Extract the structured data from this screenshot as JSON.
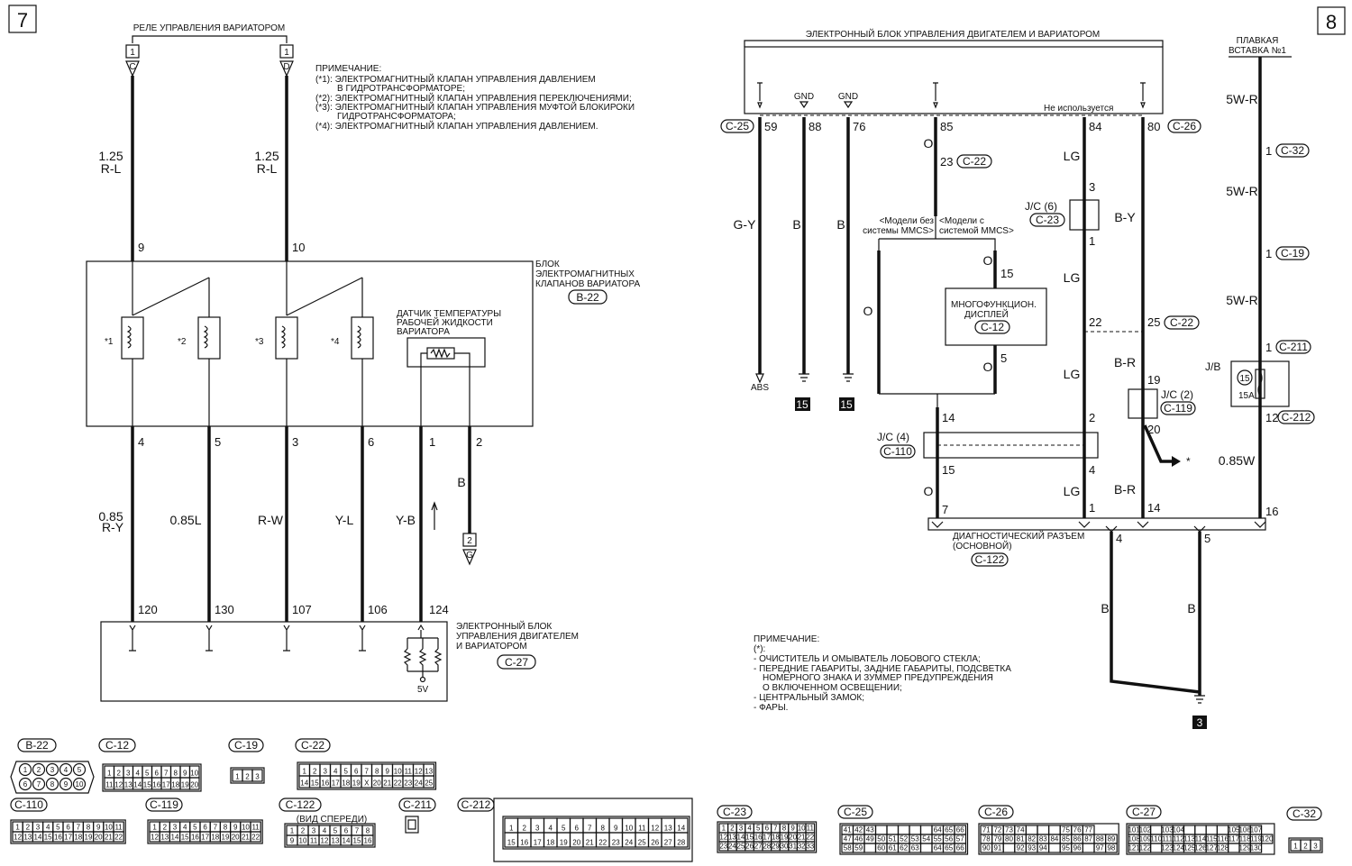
{
  "page_numbers": {
    "left": "7",
    "right": "8"
  },
  "left": {
    "relay_title": "РЕЛЕ УПРАВЛЕНИЯ ВАРИАТОРОМ",
    "relay_pins": [
      "1",
      "1"
    ],
    "relay_terminals": [
      "C",
      "D"
    ],
    "note_lines": [
      "ПРИМЕЧАНИЕ:",
      "(*1): ЭЛЕКТРОМАГНИТНЫЙ КЛАПАН УПРАВЛЕНИЯ ДАВЛЕНИЕМ",
      "В ГИДРОТРАНСФОРМАТОРЕ;",
      "(*2): ЭЛЕКТРОМАГНИТНЫЙ КЛАПАН УПРАВЛЕНИЯ ПЕРЕКЛЮЧЕНИЯМИ;",
      "(*3): ЭЛЕКТРОМАГНИТНЫЙ КЛАПАН УПРАВЛЕНИЯ МУФТОЙ БЛОКИРОКИ",
      "ГИДРОТРАНСФОРМАТОРА;",
      "(*4): ЭЛЕКТРОМАГНИТНЫЙ КЛАПАН УПРАВЛЕНИЯ ДАВЛЕНИЕМ."
    ],
    "top_wires": [
      {
        "size": "1.25",
        "color": "R-L",
        "pin": "9"
      },
      {
        "size": "1.25",
        "color": "R-L",
        "pin": "10"
      }
    ],
    "solenoid_block_label": [
      "БЛОК",
      "ЭЛЕКТРОМАГНИТНЫХ",
      "КЛАПАНОВ ВАРИАТОРА"
    ],
    "solenoid_block_connector": "B-22",
    "solenoid_marks": [
      "*1",
      "*2",
      "*3",
      "*4"
    ],
    "temp_sensor_label": [
      "ДАТЧИК ТЕМПЕРАТУРЫ",
      "РАБОЧЕЙ ЖИДКОСТИ",
      "ВАРИАТОРА"
    ],
    "lower_pins": [
      "4",
      "5",
      "3",
      "6",
      "1",
      "2"
    ],
    "lower_wire_colors": [
      {
        "size": "0.85",
        "color": "R-Y"
      },
      {
        "size": "",
        "color": "0.85L"
      },
      {
        "size": "",
        "color": "R-W"
      },
      {
        "size": "",
        "color": "Y-L"
      },
      {
        "size": "",
        "color": "Y-B"
      },
      {
        "size": "",
        "color": "B"
      }
    ],
    "ground_pin": "2",
    "ground_terminal": "G",
    "ecu_pins": [
      "120",
      "130",
      "107",
      "106",
      "124"
    ],
    "ecu_label": [
      "ЭЛЕКТРОННЫЙ БЛОК",
      "УПРАВЛЕНИЯ ДВИГАТЕЛЕМ",
      "И ВАРИАТОРОМ"
    ],
    "ecu_connector": "C-27",
    "sensor_supply": "5V"
  },
  "right": {
    "ecu_title": "ЭЛЕКТРОННЫЙ БЛОК УПРАВЛЕНИЯ ДВИГАТЕЛЕМ И ВАРИАТОРОМ",
    "fuse_title": [
      "ПЛАВКАЯ",
      "ВСТАВКА №1"
    ],
    "gnd_labels": [
      "GND",
      "GND"
    ],
    "not_used": "Не используется",
    "conn_c25": "C-25",
    "conn_c26": "C-26",
    "ecu_pins": [
      "59",
      "88",
      "76",
      "85",
      "84",
      "80"
    ],
    "wire_colors": {
      "w59": "G-Y",
      "w88": "B",
      "w76": "B",
      "w85": "O",
      "w84": "LG",
      "w80": "B-Y"
    },
    "abs_label": "ABS",
    "ground_numbers": [
      "15",
      "15",
      "3"
    ],
    "c22_pin_top": "23",
    "c22_conn": "C-22",
    "models_without": [
      "<Модели без",
      "системы MMCS>"
    ],
    "models_with": [
      "<Модели с",
      "системой MMCS>"
    ],
    "display_label": [
      "МНОГОФУНКЦИОН.",
      "ДИСПЛЕЙ"
    ],
    "display_conn": "C-12",
    "display_pins": [
      "15",
      "5"
    ],
    "jc6_label": "J/C (6)",
    "jc6_conn": "C-23",
    "jc6_pins": [
      "3",
      "1"
    ],
    "mid_pins": {
      "p22": "22",
      "p25": "25",
      "p19": "19",
      "p20": "20"
    },
    "jc2_label": "J/C (2)",
    "jc2_conn": "C-119",
    "jc4_label": "J/C (4)",
    "jc4_conn": "C-110",
    "jc4_pins": [
      "14",
      "15",
      "2",
      "4"
    ],
    "br_labels": [
      "B-R",
      "B-R"
    ],
    "arrow_mark": "*",
    "diag_pins": [
      "7",
      "1",
      "14",
      "16",
      "4",
      "5"
    ],
    "diag_label": [
      "ДИАГНОСТИЧЕСКИЙ РАЗЪЕМ",
      "(ОСНОВНОЙ)"
    ],
    "diag_conn": "C-122",
    "fuse_wire": {
      "c1": "5W-R",
      "c2": "5W-R",
      "c3": "5W-R",
      "bottom": "0.85W"
    },
    "fuse_conns": [
      "C-32",
      "C-19",
      "C-211",
      "C-212"
    ],
    "fuse_pins": [
      "1",
      "1",
      "1",
      "12",
      "16"
    ],
    "jb_label": "J/B",
    "fuse_number": "15",
    "fuse_rating": "15A",
    "bottom_b_labels": [
      "B",
      "B"
    ],
    "note2_lines": [
      "ПРИМЕЧАНИЕ:",
      "(*):",
      "- ОЧИСТИТЕЛЬ И ОМЫВАТЕЛЬ ЛОБОВОГО СТЕКЛА;",
      "- ПЕРЕДНИЕ ГАБАРИТЫ, ЗАДНИЕ ГАБАРИТЫ, ПОДСВЕТКА",
      "НОМЕРНОГО ЗНАКА И ЗУММЕР ПРЕДУПРЕЖДЕНИЯ",
      "О ВКЛЮЧЕННОМ ОСВЕЩЕНИИ;",
      "- ЦЕНТРАЛЬНЫЙ ЗАМОК;",
      "- ФАРЫ."
    ]
  },
  "connectors": {
    "b22": {
      "name": "B-22",
      "rows": [
        [
          "1",
          "2",
          "3",
          "4",
          "5"
        ],
        [
          "6",
          "7",
          "8",
          "9",
          "10"
        ]
      ]
    },
    "c12": {
      "name": "C-12",
      "rows": [
        [
          "1",
          "2",
          "3",
          "4",
          "5",
          "6",
          "7",
          "8",
          "9",
          "10"
        ],
        [
          "11",
          "12",
          "13",
          "14",
          "15",
          "16",
          "17",
          "18",
          "19",
          "20"
        ]
      ]
    },
    "c19": {
      "name": "C-19",
      "rows": [
        [
          "1",
          "2",
          "3"
        ]
      ]
    },
    "c22": {
      "name": "C-22",
      "rows": [
        [
          "1",
          "2",
          "3",
          "4",
          "5",
          "6",
          "7",
          "8",
          "9",
          "10",
          "11",
          "12",
          "13"
        ],
        [
          "14",
          "15",
          "16",
          "17",
          "18",
          "19",
          "X",
          "20",
          "21",
          "22",
          "23",
          "24",
          "25"
        ]
      ]
    },
    "c110": {
      "name": "C-110",
      "rows": [
        [
          "1",
          "2",
          "3",
          "4",
          "5",
          "6",
          "7",
          "8",
          "9",
          "10",
          "11"
        ],
        [
          "12",
          "13",
          "14",
          "15",
          "16",
          "17",
          "18",
          "19",
          "20",
          "21",
          "22"
        ]
      ]
    },
    "c119": {
      "name": "C-119",
      "rows": [
        [
          "1",
          "2",
          "3",
          "4",
          "5",
          "6",
          "7",
          "8",
          "9",
          "10",
          "11"
        ],
        [
          "12",
          "13",
          "14",
          "15",
          "16",
          "17",
          "18",
          "19",
          "20",
          "21",
          "22"
        ]
      ]
    },
    "c122": {
      "name": "C-122",
      "sub": "(ВИД СПЕРЕДИ)",
      "rows": [
        [
          "1",
          "2",
          "3",
          "4",
          "5",
          "6",
          "7",
          "8"
        ],
        [
          "9",
          "10",
          "11",
          "12",
          "13",
          "14",
          "15",
          "16"
        ]
      ]
    },
    "c211": {
      "name": "C-211"
    },
    "c212": {
      "name": "C-212",
      "rows": [
        [
          "1",
          "2",
          "3",
          "4",
          "5",
          "6",
          "7",
          "8",
          "9",
          "10",
          "11",
          "12",
          "13",
          "14"
        ],
        [
          "15",
          "16",
          "17",
          "18",
          "19",
          "20",
          "21",
          "22",
          "23",
          "24",
          "25",
          "26",
          "27",
          "28"
        ]
      ]
    },
    "c23": {
      "name": "C-23",
      "rows": [
        [
          "1",
          "2",
          "3",
          "4",
          "5",
          "6",
          "7",
          "8",
          "9",
          "10",
          "11"
        ],
        [
          "12",
          "13",
          "14",
          "15",
          "16",
          "17",
          "18",
          "19",
          "20",
          "21",
          "22"
        ],
        [
          "23",
          "24",
          "25",
          "26",
          "27",
          "28",
          "29",
          "30",
          "31",
          "32",
          "33"
        ]
      ]
    },
    "c25": {
      "name": "C-25",
      "rows": [
        [
          "41",
          "42",
          "43",
          "",
          "",
          "",
          "",
          "",
          "64",
          "65",
          "66"
        ],
        [
          "47",
          "46",
          "49",
          "50",
          "51",
          "52",
          "53",
          "54",
          "55",
          "56",
          "57"
        ],
        [
          "58",
          "59",
          "",
          "60",
          "61",
          "62",
          "63",
          "",
          "64",
          "65",
          "66"
        ]
      ]
    },
    "c26": {
      "name": "C-26",
      "rows": [
        [
          "71",
          "72",
          "73",
          "74",
          "",
          "",
          "",
          "75",
          "76",
          "77"
        ],
        [
          "78",
          "79",
          "80",
          "81",
          "82",
          "83",
          "84",
          "85",
          "86",
          "87",
          "88",
          "89"
        ],
        [
          "90",
          "91",
          "",
          "92",
          "93",
          "94",
          "",
          "95",
          "96",
          "",
          "97",
          "98"
        ]
      ]
    },
    "c27": {
      "name": "C-27",
      "rows": [
        [
          "101",
          "102",
          "",
          "103",
          "104",
          "",
          "",
          "",
          "",
          "105",
          "106",
          "107"
        ],
        [
          "108",
          "109",
          "110",
          "111",
          "112",
          "113",
          "114",
          "115",
          "116",
          "117",
          "118",
          "119",
          "120"
        ],
        [
          "121",
          "122",
          "",
          "123",
          "124",
          "125",
          "126",
          "127",
          "128",
          "",
          "129",
          "130"
        ]
      ]
    },
    "c32": {
      "name": "C-32",
      "rows": [
        [
          "1",
          "2",
          "3"
        ]
      ]
    }
  }
}
